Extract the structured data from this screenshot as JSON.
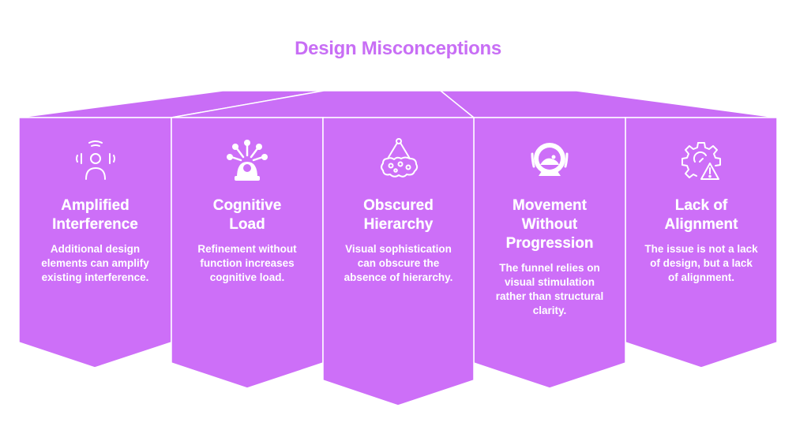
{
  "title": "Design Misconceptions",
  "colors": {
    "title": "#c86ef5",
    "banner_fill": "#cd6ff8",
    "banner_edge": "#ffffff",
    "text": "#ffffff"
  },
  "cards": [
    {
      "icon": "interference-signal-icon",
      "heading": "Amplified Interference",
      "description": "Additional design elements can amplify existing interference."
    },
    {
      "icon": "network-person-icon",
      "heading": "Cognitive Load",
      "description": "Refinement without function increases cognitive load."
    },
    {
      "icon": "hanging-bubbles-icon",
      "heading": "Obscured Hierarchy",
      "description": "Visual sophistication can obscure the absence of hierarchy."
    },
    {
      "icon": "hamster-ball-icon",
      "heading": "Movement Without Progression",
      "description": "The funnel relies on visual stimulation rather than structural clarity."
    },
    {
      "icon": "gear-warning-icon",
      "heading": "Lack of Alignment",
      "description": "The issue is not a lack of design, but a lack of alignment."
    }
  ]
}
